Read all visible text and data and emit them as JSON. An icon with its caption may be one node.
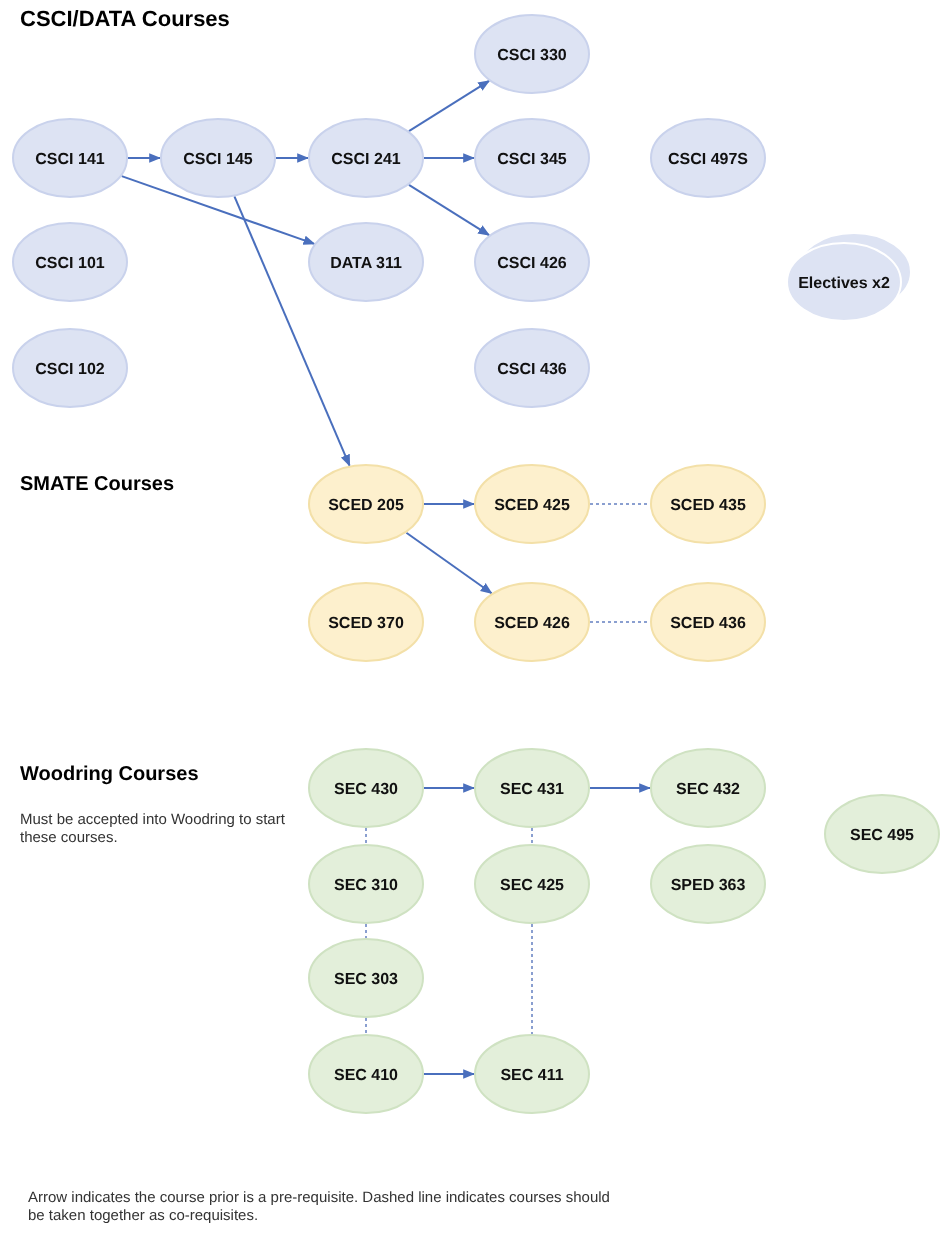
{
  "diagram": {
    "nodes": [
      {
        "text": [
          "CSCI 330"
        ]
      },
      {
        "text": [
          "CSCI 141"
        ]
      },
      {
        "text": [
          "CSCI 145"
        ]
      },
      {
        "text": [
          "CSCI 241"
        ]
      },
      {
        "text": [
          "CSCI 345"
        ]
      },
      {
        "text": [
          "CSCI 497S"
        ]
      },
      {
        "text": [
          "CSCI 101"
        ]
      },
      {
        "text": [
          "DATA 311"
        ]
      },
      {
        "text": [
          "CSCI 426"
        ]
      },
      {
        "text": [
          "Electives x2"
        ]
      },
      {
        "text": [
          "CSCI 102"
        ]
      },
      {
        "text": [
          "CSCI 436"
        ]
      },
      {
        "text": [
          "SCED 205"
        ]
      },
      {
        "text": [
          "SCED 425"
        ]
      },
      {
        "text": [
          "SCED 435"
        ]
      },
      {
        "text": [
          "SCED 370"
        ]
      },
      {
        "text": [
          "SCED 426"
        ]
      },
      {
        "text": [
          "SCED 436"
        ]
      },
      {
        "text": [
          "SEC 430"
        ]
      },
      {
        "text": [
          "SEC 431"
        ]
      },
      {
        "text": [
          "SEC 432"
        ]
      },
      {
        "text": [
          "SEC 495"
        ]
      },
      {
        "text": [
          "SEC 310"
        ]
      },
      {
        "text": [
          "SEC 425"
        ]
      },
      {
        "text": [
          "SPED 363"
        ]
      },
      {
        "text": [
          "SEC 303"
        ]
      },
      {
        "text": [
          "SEC 410"
        ]
      },
      {
        "text": [
          "SEC 411"
        ]
      }
    ],
    "edges": [
      {
        "from": 1,
        "to": 2,
        "arrow": "to"
      },
      {
        "from": 2,
        "to": 3,
        "arrow": "to"
      },
      {
        "from": 3,
        "to": 0,
        "arrow": "to"
      },
      {
        "from": 3,
        "to": 4,
        "arrow": "to"
      },
      {
        "from": 3,
        "to": 8,
        "arrow": "to"
      },
      {
        "from": 1,
        "to": 7,
        "arrow": "to"
      },
      {
        "from": 2,
        "to": 12,
        "arrow": "to"
      },
      {
        "from": 12,
        "to": 13,
        "arrow": "to"
      },
      {
        "from": 12,
        "to": 16,
        "arrow": "to"
      },
      {
        "from": 13,
        "to": 14,
        "arrow": "none",
        "style": "dashed"
      },
      {
        "from": 16,
        "to": 17,
        "arrow": "none",
        "style": "dashed"
      },
      {
        "from": 18,
        "to": 19,
        "arrow": "to"
      },
      {
        "from": 19,
        "to": 20,
        "arrow": "to"
      },
      {
        "from": 18,
        "to": 22,
        "arrow": "none",
        "style": "dashed"
      },
      {
        "from": 22,
        "to": 25,
        "arrow": "none",
        "style": "dashed"
      },
      {
        "from": 25,
        "to": 26,
        "arrow": "none",
        "style": "dashed"
      },
      {
        "from": 26,
        "to": 27,
        "arrow": "to"
      },
      {
        "from": 19,
        "to": 23,
        "arrow": "none",
        "style": "dashed"
      },
      {
        "from": 23,
        "to": 27,
        "arrow": "none",
        "style": "dashed"
      }
    ],
    "labels": [
      "CSCI/DATA Courses",
      "SMATE Courses",
      "Woodring Courses",
      "Must be accepted into Woodring to start these courses.",
      "Arrow indicates the course prior is a pre-requisite. Dashed line indicates courses should be taken together as co-requisites."
    ]
  }
}
